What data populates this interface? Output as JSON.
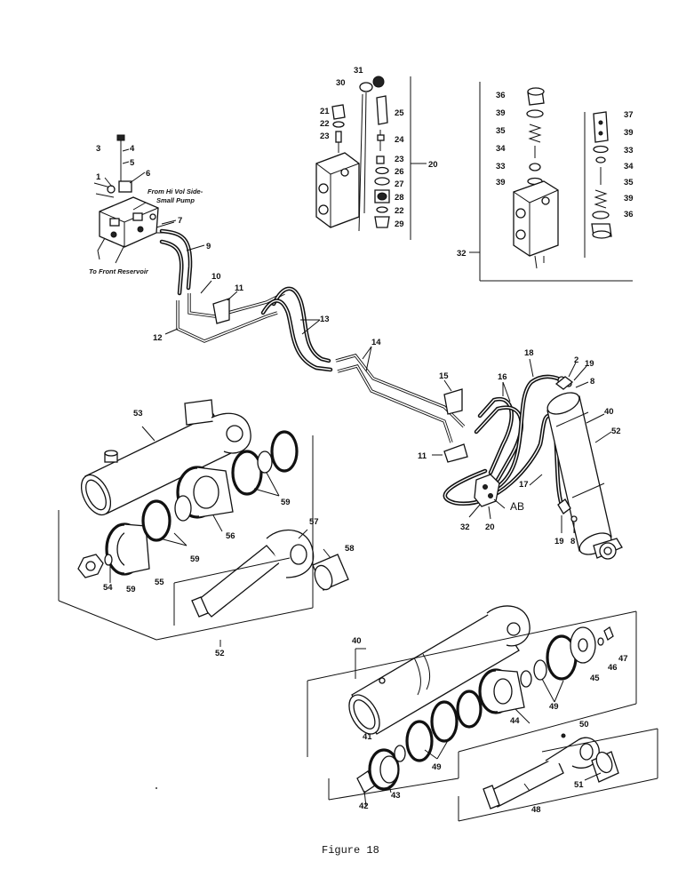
{
  "figure": {
    "caption": "Figure 18"
  },
  "notes": {
    "from_hi_vol": "From Hi Vol Side-",
    "small_pump": "Small Pump",
    "to_front_reservoir": "To Front Reservoir",
    "ab_marker": "AB"
  },
  "callouts": {
    "c1": "1",
    "c2": "2",
    "c3": "3",
    "c4": "4",
    "c5": "5",
    "c6": "6",
    "c7": "7",
    "c8a": "8",
    "c8b": "8",
    "c9": "9",
    "c10": "10",
    "c11a": "11",
    "c11b": "11",
    "c12": "12",
    "c13": "13",
    "c14": "14",
    "c15": "15",
    "c16": "16",
    "c17": "17",
    "c18": "18",
    "c19a": "19",
    "c19b": "19",
    "c20a": "20",
    "c20b": "20",
    "c21": "21",
    "c22a": "22",
    "c22b": "22",
    "c23a": "23",
    "c23b": "23",
    "c24": "24",
    "c25": "25",
    "c26": "26",
    "c27": "27",
    "c28": "28",
    "c29": "29",
    "c30": "30",
    "c31": "31",
    "c32a": "32",
    "c32b": "32",
    "c33a": "33",
    "c33b": "33",
    "c34a": "34",
    "c34b": "34",
    "c35a": "35",
    "c35b": "35",
    "c36a": "36",
    "c36b": "36",
    "c37": "37",
    "c39a": "39",
    "c39b": "39",
    "c39c": "39",
    "c39d": "39",
    "c40a": "40",
    "c40b": "40",
    "c41": "41",
    "c42": "42",
    "c43": "43",
    "c44": "44",
    "c45": "45",
    "c46": "46",
    "c47": "47",
    "c48": "48",
    "c49a": "49",
    "c49b": "49",
    "c50": "50",
    "c51": "51",
    "c52a": "52",
    "c52b": "52",
    "c53": "53",
    "c54": "54",
    "c55": "55",
    "c56": "56",
    "c57": "57",
    "c58": "58",
    "c59a": "59",
    "c59b": "59",
    "c59c": "59"
  }
}
